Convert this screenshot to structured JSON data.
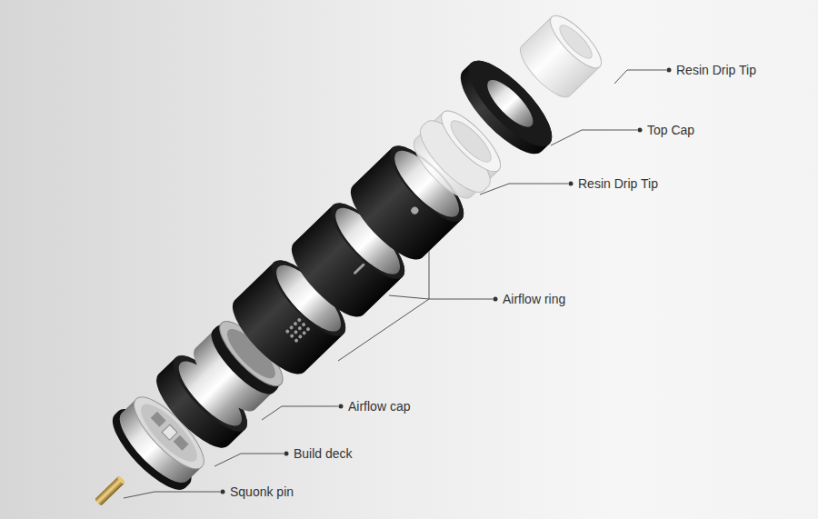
{
  "diagram": {
    "labels": [
      "Resin Drip Tip",
      "Top Cap",
      "Resin Drip Tip",
      "Airflow ring",
      "Airflow cap",
      "Build deck",
      "Squonk pin"
    ]
  }
}
